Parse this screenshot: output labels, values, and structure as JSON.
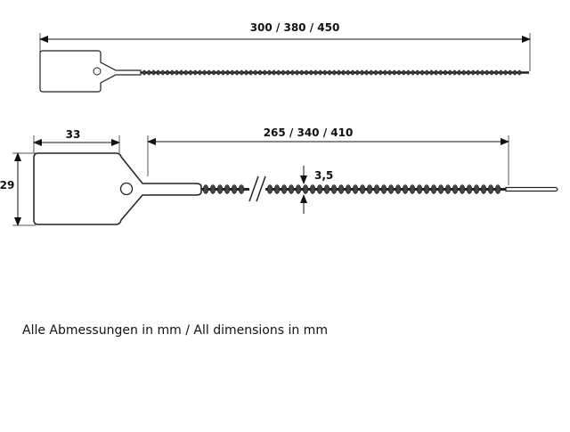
{
  "dimensions": {
    "total_length": "300 / 380 / 450",
    "strap_length": "265 / 340 / 410",
    "tag_width": "33",
    "tag_height": "29",
    "strap_thickness": "3,5"
  },
  "caption": "Alle Abmessungen in mm / All dimensions in mm"
}
